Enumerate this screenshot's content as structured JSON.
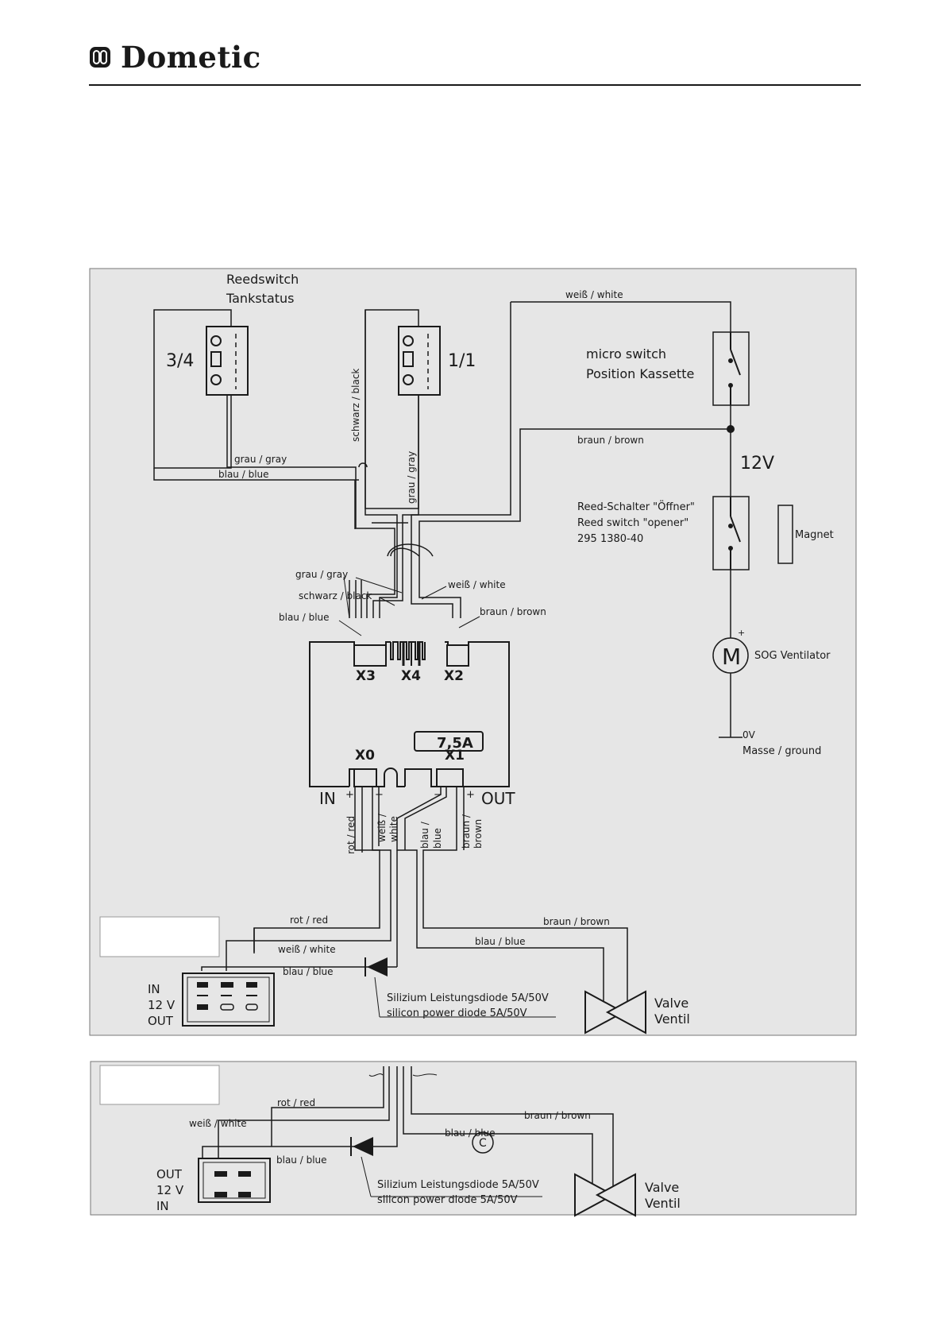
{
  "header": {
    "brand": "Dometic"
  },
  "panel1": {
    "title_line1": "Reedswitch",
    "title_line2": "Tankstatus",
    "sensor_34": "3/4",
    "sensor_11": "1/1",
    "micro_switch_line1": "micro switch",
    "micro_switch_line2": "Position Kassette",
    "voltage_12v": "12V",
    "reed_line1": "Reed-Schalter \"Öffner\"",
    "reed_line2": "Reed switch \"opener\"",
    "reed_line3": "295 1380-40",
    "magnet": "Magnet",
    "motor_symbol": "M",
    "motor_plus": "+",
    "motor_label": "SOG Ventilator",
    "zero_v": "0V",
    "ground": "Masse / ground",
    "w_weiss_white": "weiß / white",
    "w_braun_brown": "braun / brown",
    "w_grau_gray": "grau / gray",
    "w_blau_blue": "blau / blue",
    "w_schwarz_vert": "schwarz / black",
    "w_grau_vert": "grau / gray",
    "bundle_grau": "grau / gray",
    "bundle_schwarz": "schwarz / black",
    "bundle_blau": "blau / blue",
    "bundle_weiss": "weiß / white",
    "bundle_braun": "braun / brown",
    "x3": "X3",
    "x4": "X4",
    "x2": "X2",
    "x0": "X0",
    "x1": "X1",
    "fuse": "7,5A",
    "in": "IN",
    "out": "OUT",
    "plus": "+",
    "minus": "−",
    "v_rot": "rot / red",
    "v_weiss_a": "weiß /",
    "v_weiss_b": "white",
    "v_blau_a": "blau /",
    "v_blau_b": "blue",
    "v_braun_a": "braun /",
    "v_braun_b": "brown",
    "h_rot": "rot / red",
    "h_weiss": "weiß / white",
    "h_blau": "blau / blue",
    "h_braun_valve": "braun / brown",
    "h_blau_valve": "blau / blue",
    "socket_in": "IN",
    "socket_12v": "12  V",
    "socket_out": "OUT",
    "diode_line1": "Silizium Leistungsdiode 5A/50V",
    "diode_line2": "silicon power diode 5A/50V",
    "valve_en": "Valve",
    "valve_de": "Ventil"
  },
  "panel2": {
    "h_rot": "rot / red",
    "h_weiss": "weiß / white",
    "h_blau": "blau / blue",
    "h_braun_valve": "braun / brown",
    "h_blau_valve": "blau / blue",
    "mark_c": "C",
    "socket_out": "OUT",
    "socket_12v": "12  V",
    "socket_in": "IN",
    "diode_line1": "Silizium Leistungsdiode 5A/50V",
    "diode_line2": "silicon power diode 5A/50V",
    "valve_en": "Valve",
    "valve_de": "Ventil"
  },
  "colors": {
    "panel_bg": "#e6e6e6",
    "line": "#1a1a1a"
  }
}
